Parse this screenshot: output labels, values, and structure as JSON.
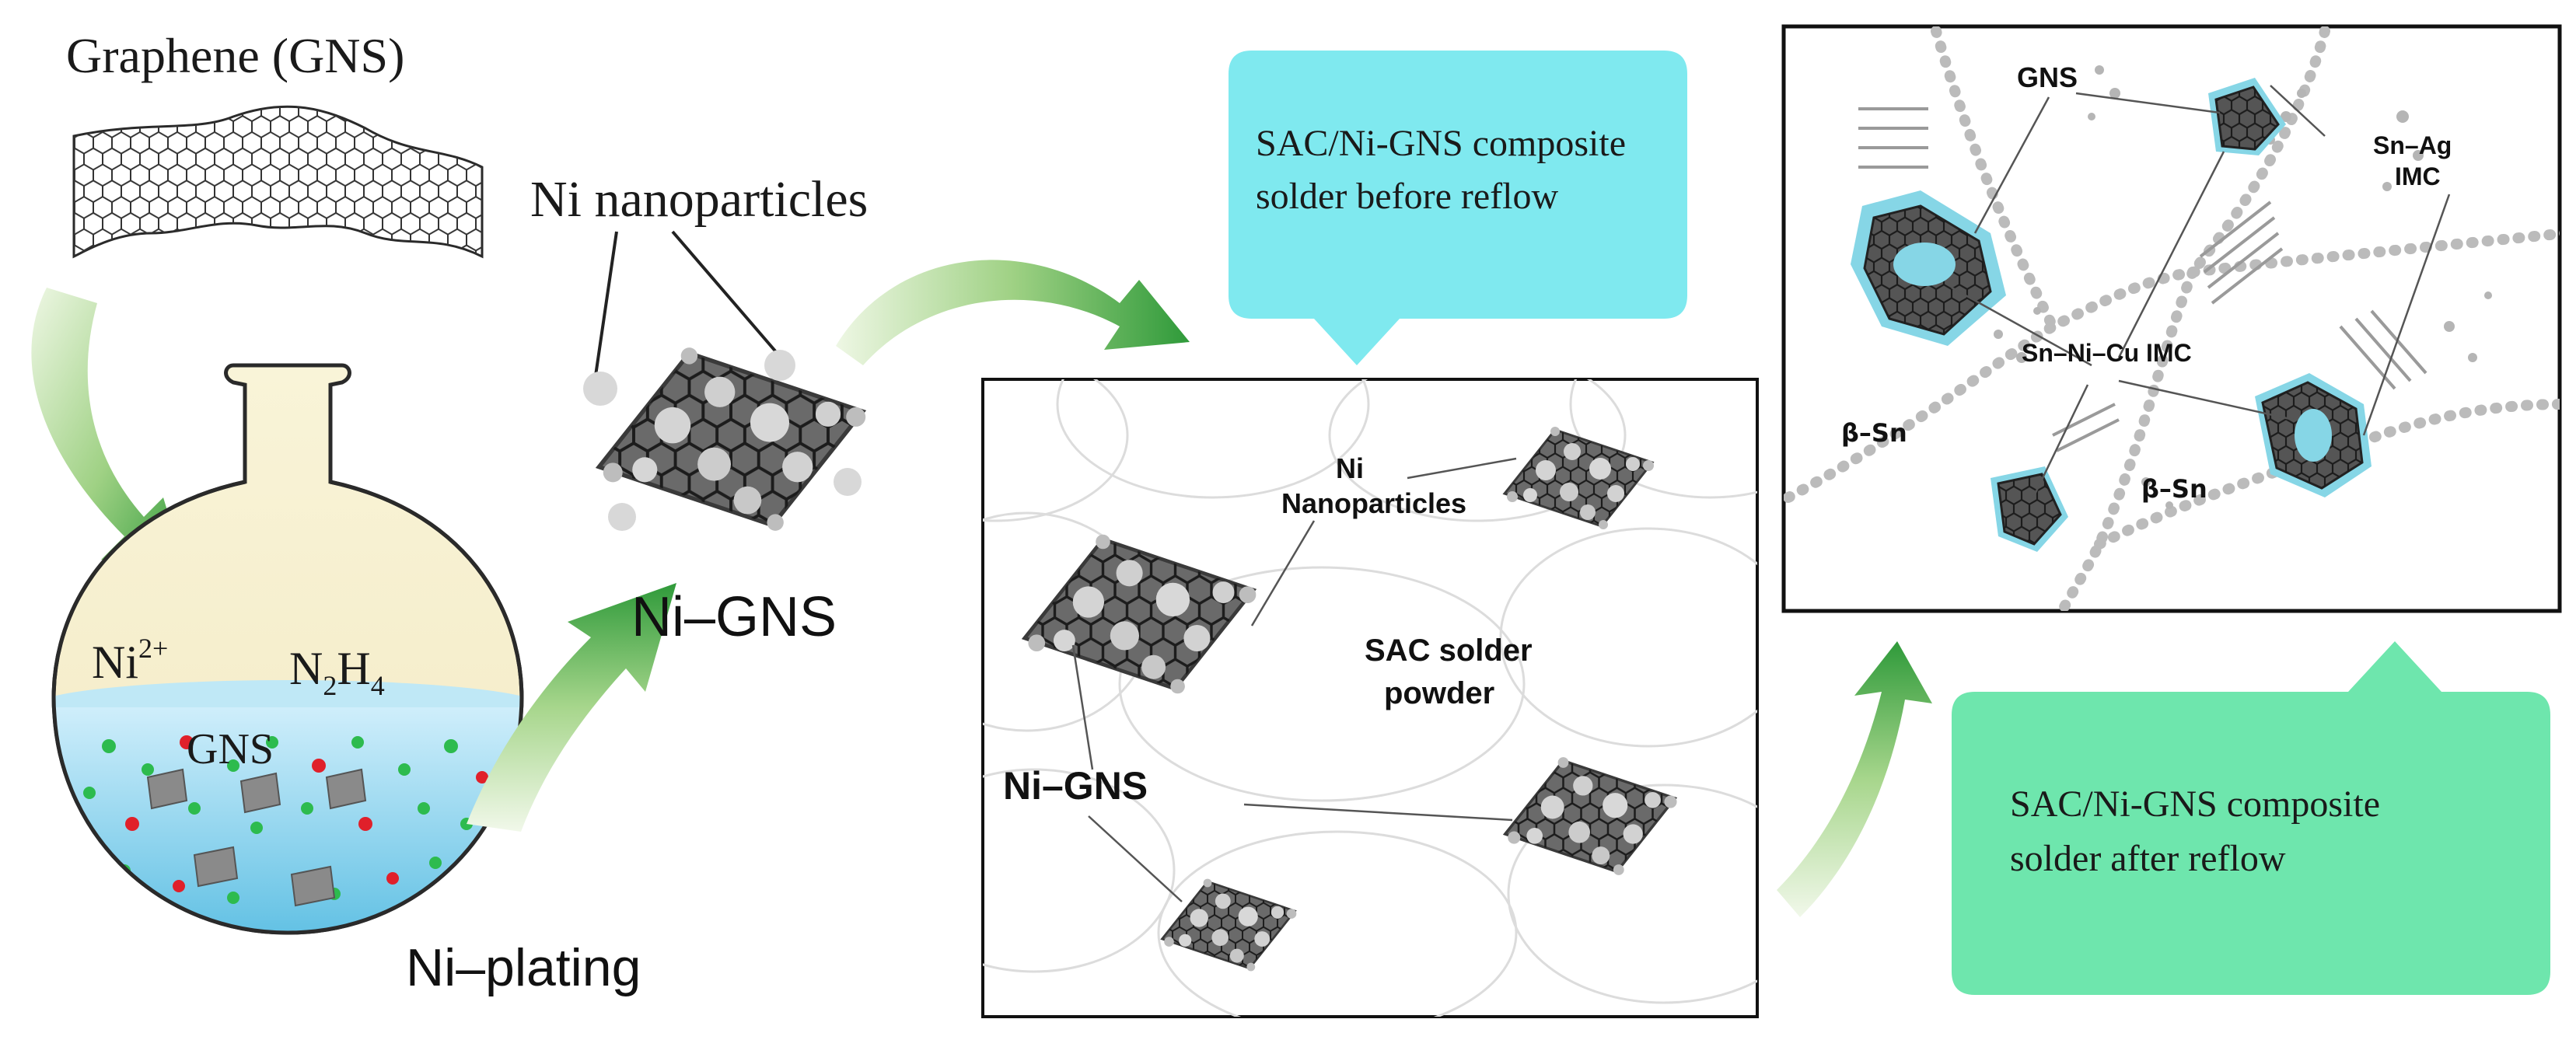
{
  "colors": {
    "arrow_green": "#2f9a3a",
    "arrow_light": "#cfe9b8",
    "bubble_cyan": "#7fe9ef",
    "bubble_mint": "#6ee6ad",
    "flask_liquid": "#8fd7ee",
    "flask_body": "#f7f1d2",
    "nanoparticle_red": "#e0202a",
    "nanoparticle_green": "#2dbb4e",
    "imc_cyan": "#86d6e6"
  },
  "graphene": {
    "label": "Graphene (GNS)"
  },
  "flask": {
    "ion_base": "Ni",
    "ion_charge": "2+",
    "reducer_n": "N",
    "reducer_n_sub": "2",
    "reducer_h": "H",
    "reducer_h_sub": "4",
    "gns_label": "GNS"
  },
  "process": {
    "plating_label": "Ni–plating"
  },
  "ni_gns": {
    "nanoparticles_label": "Ni nanoparticles",
    "composite_label": "Ni–GNS"
  },
  "bubble_before": {
    "line1": "SAC/Ni-GNS composite",
    "line2": "solder before reflow"
  },
  "panel_before": {
    "ni_line1": "Ni",
    "ni_line2": "Nanoparticles",
    "sac_line1": "SAC solder",
    "sac_line2": "powder",
    "ni_gns_label": "Ni–GNS"
  },
  "panel_after": {
    "gns_label": "GNS",
    "snag_line1": "Sn–Ag",
    "snag_line2": "IMC",
    "snnicu_label": "Sn–Ni–Cu IMC",
    "beta_sn_left": "β–Sn",
    "beta_sn_right": "β–Sn"
  },
  "bubble_after": {
    "line1": "SAC/Ni-GNS composite",
    "line2": "solder after reflow"
  },
  "icons": [
    "graphene-sheet-icon",
    "flask-icon",
    "ni-gns-flake-icon",
    "curved-arrow-icon"
  ]
}
